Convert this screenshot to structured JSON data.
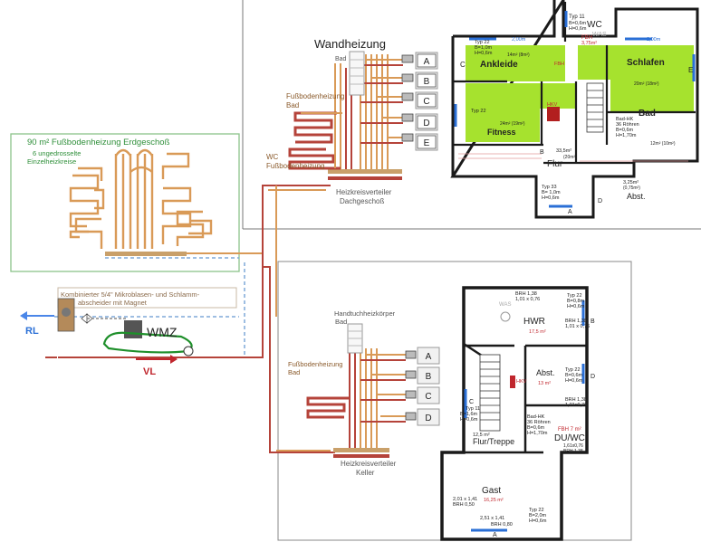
{
  "colors": {
    "return_blue": "#4a86e8",
    "supply_red": "#c0262d",
    "pipe_orange": "#d99a57",
    "pipe_red": "#b5433a",
    "eg_frame_green": "#8bc48a",
    "meter_green": "#1e8f2a",
    "room_fill_lime": "#a6e22e",
    "wall_black": "#1a1a1a"
  },
  "upper_section": {
    "wall_heating": "Wandheizung",
    "bath_label_top": "Bad",
    "floor_heating_bath": "Fußbodenheizung",
    "floor_heating_bath_room": "Bad",
    "wc_label": "WC",
    "wc_floor_heating": "Fußbodenheizung",
    "manifold_label": "Heizkreisverteiler",
    "manifold_floor": "Dachgeschoß",
    "circuits": [
      "A",
      "B",
      "C",
      "D",
      "E"
    ]
  },
  "ground_floor": {
    "title": "90 m² Fußbodenheizung Erdgeschoß",
    "sub1": "6 ungedrosselte",
    "sub2": "Einzelheizkreise"
  },
  "boiler": {
    "separator1": "Kombinierter 5/4\" Mikroblasen- und Schlamm-",
    "separator2": "abscheider mit Magnet",
    "heat_meter": "WMZ",
    "return": "RL",
    "supply": "VL"
  },
  "cellar_section": {
    "towel_radiator": "Handtuchheizkörper",
    "towel_room": "Bad",
    "floor_heating": "Fußbodenheizung",
    "floor_room": "Bad",
    "manifold_label": "Heizkreisverteiler",
    "manifold_floor": "Keller",
    "circuits": [
      "A",
      "B",
      "C",
      "D"
    ]
  },
  "attic_plan": {
    "wc": "WC",
    "was": "WAS",
    "typ11": "Typ 11",
    "typ11_b": "B=0,6m",
    "typ11_h": "H=0,6m",
    "fbh": "FBH",
    "fbh_area": "3,75m²",
    "ankleide": "Ankleide",
    "ankleide_area": "14m² (8m²)",
    "schlafen": "Schlafen",
    "schlafen_area": "20m² (18m²)",
    "typ22_a": "Typ 22",
    "typ22_a_b": "B=1,0m",
    "typ22_a_h": "H=0,6m",
    "dim_200": "2,00m",
    "fitness": "Fitness",
    "fitness_area": "24m² (19m²)",
    "hkv": "HKV",
    "bad": "Bad",
    "bad_hk": "Bad-HK",
    "bad_hk_tubes": "36 Röhren",
    "bad_hk_b": "B=0,6m",
    "bad_hk_h": "H=1,70m",
    "bad_area": "12m² (10m²)",
    "flur": "Flur",
    "flur_area": "33,5m²",
    "flur_area2": "(20m²)",
    "typ33": "Typ 33",
    "typ33_b": "B= 1,0m",
    "typ33_h": "H=0,6m",
    "abst": "Abst.",
    "abst_area": "3,25m²",
    "abst_area2": "(0,75m²)",
    "letters": [
      "A",
      "B",
      "C",
      "D",
      "E"
    ]
  },
  "cellar_plan": {
    "brh1": "BRH 1,38",
    "brh1_dim": "1,01 x 0,76",
    "was": "WAS",
    "typ22": "Typ 22",
    "typ22_b": "B=0,8m",
    "typ22_h": "H=0,6m",
    "hwr": "HWR",
    "hwr_area": "17,5 m²",
    "brh2": "BRH 1,38",
    "brh2_dim": "1,01 x 0,76",
    "abst": "Abst.",
    "abst_area": "13 m²",
    "hkv": "HKV",
    "typ22b": "Typ 22",
    "typ22b_b": "B=0,6m",
    "typ22b_h": "H=0,6m",
    "brh3": "BRH 1,38",
    "brh3_dim": "1,01x0,76",
    "typ11": "Typ 11",
    "typ11_b": "B=1,6m",
    "typ11_h": "H=0,6m",
    "bad_hk": "Bad-HK",
    "bad_hk_tubes": "36 Röhren",
    "bad_hk_b": "B=0,6m",
    "bad_hk_h": "H=1,70m",
    "fbh": "FBH 7 m²",
    "duwc": "DU/WC",
    "duwc_dim": "1,61x0,76",
    "duwc_brh": "BRH 1,38",
    "flur": "Flur/Treppe",
    "flur_area": "12,5 m²",
    "gast": "Gast",
    "gast_area": "16,25 m²",
    "win1": "2,01 x 1,41",
    "win1_brh": "BRH 0,50",
    "win2": "2,51 x 1,41",
    "win2_brh": "BRH 0,80",
    "typ22c": "Typ 22",
    "typ22c_b": "B=2,0m",
    "typ22c_h": "H=0,6m",
    "letters": [
      "A",
      "B",
      "C",
      "D"
    ]
  }
}
